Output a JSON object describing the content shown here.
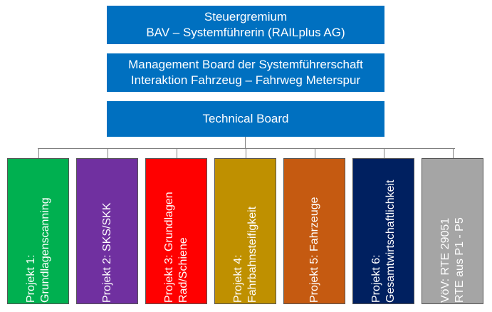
{
  "boxes": {
    "steering": {
      "line1": "Steuergremium",
      "line2": "BAV – Systemführerin (RAILplus AG)"
    },
    "management": {
      "line1": "Management Board der Systemführerschaft",
      "line2": "Interaktion Fahrzeug – Fahrweg Meterspur"
    },
    "technical": {
      "line1": "Technical Board"
    }
  },
  "projects": [
    {
      "line1": "Projekt 1:",
      "line2": "Grundlagenscanning",
      "color": "#00b050"
    },
    {
      "line1": "Projekt 2: SKS/SKK",
      "line2": "",
      "color": "#7030a0"
    },
    {
      "line1": "Projekt 3:  Grundlagen",
      "line2": "Rad/Schiene",
      "color": "#ff0000"
    },
    {
      "line1": "Projekt 4:",
      "line2": "Fahrbahnsteifigkeit",
      "color": "#bf9000"
    },
    {
      "line1": "Projekt 5: Fahrzeuge",
      "line2": "",
      "color": "#c55a11"
    },
    {
      "line1": "Projekt 6:",
      "line2": "Gesamtwirtschaftlichkeit",
      "color": "#002060"
    },
    {
      "line1": "VöV: RTE 29051",
      "line2": "RTE aus P1 - P5",
      "color": "#a5a5a5"
    }
  ],
  "colors": {
    "top_box": "#0070c0",
    "connector": "#7f7f7f"
  }
}
